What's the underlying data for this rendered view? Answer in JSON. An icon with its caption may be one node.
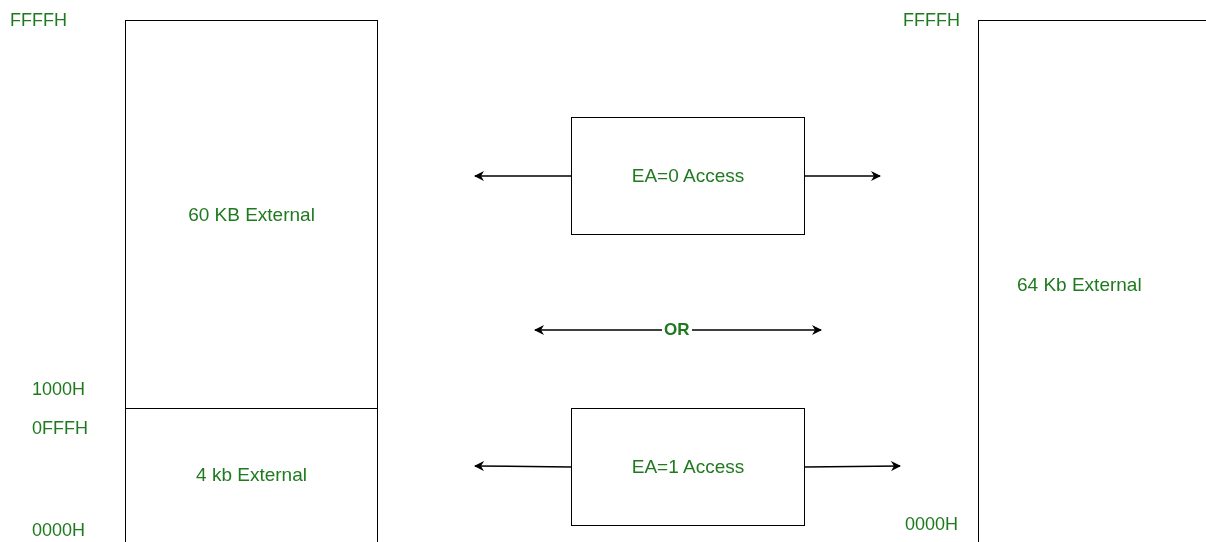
{
  "diagram": {
    "nodes": [
      {
        "text": [
          "60 KB External"
        ]
      },
      {
        "text": [
          "4 kb External"
        ]
      },
      {
        "text": [
          "EA=0 Access"
        ]
      },
      {
        "text": [
          "EA=1 Access"
        ]
      },
      {
        "text": [
          "64 Kb External"
        ]
      }
    ],
    "edges": [
      {
        "from": 2,
        "to": null,
        "arrow": "to"
      },
      {
        "from": 2,
        "to": null,
        "arrow": "to"
      },
      {
        "from": 3,
        "to": null,
        "arrow": "to"
      },
      {
        "from": 3,
        "to": null,
        "arrow": "to"
      }
    ],
    "labels": [
      "FFFFH",
      "FFFFH",
      "OR",
      "1000H",
      "0FFFH",
      "0000H",
      "0000H"
    ]
  }
}
